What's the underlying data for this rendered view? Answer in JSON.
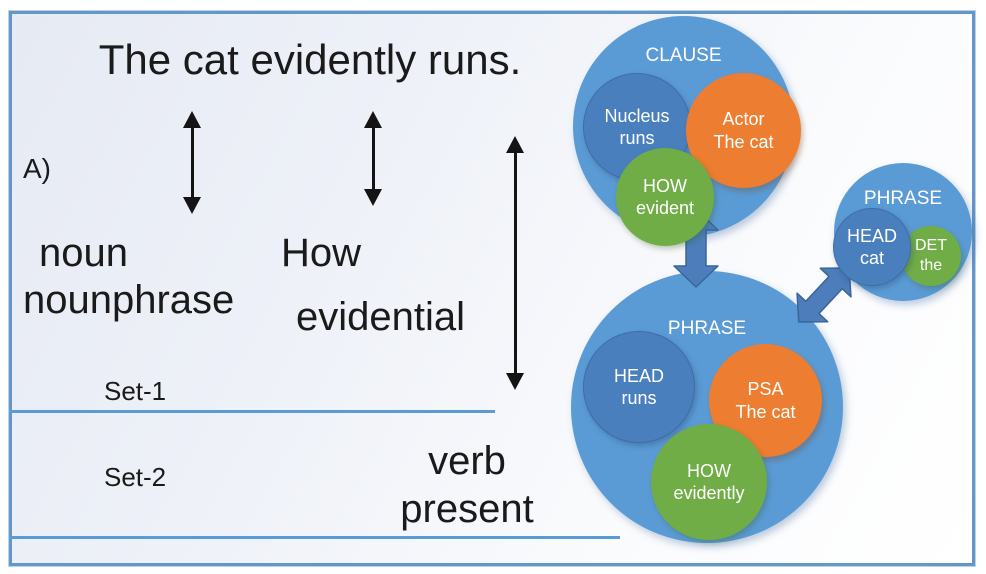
{
  "sentence": "The cat evidently runs.",
  "panel_label": "A)",
  "left_column": {
    "noun_line1": "noun",
    "noun_line2": "nounphrase",
    "how_line1": "How",
    "how_line2": "evidential",
    "set1_label": "Set-1",
    "set2_label": "Set-2",
    "verb_line1": "verb",
    "verb_line2": "present"
  },
  "clause_group": {
    "label": "CLAUSE",
    "nucleus_role": "Nucleus",
    "nucleus_text": "runs",
    "actor_role": "Actor",
    "actor_text": "The cat",
    "how_role": "HOW",
    "how_text": "evident"
  },
  "verb_phrase_group": {
    "label": "PHRASE",
    "head_role": "HEAD",
    "head_text": "runs",
    "psa_role": "PSA",
    "psa_text": "The cat",
    "how_role": "HOW",
    "how_text": "evidently"
  },
  "noun_phrase_group": {
    "label": "PHRASE",
    "head_role": "HEAD",
    "head_text": "cat",
    "det_role": "DET",
    "det_text": "the"
  },
  "colors": {
    "outer_circle_blue": "#5b9bd5",
    "inner_circle_blue": "#4a7fbe",
    "inner_circle_orange": "#ed7d31",
    "inner_circle_green": "#70ad47",
    "connector_arrow_blue": "#4d7dbb",
    "set_line_blue": "#5b9bd5",
    "slide_border_blue": "#6496c8",
    "thin_arrow_black": "#141414"
  }
}
